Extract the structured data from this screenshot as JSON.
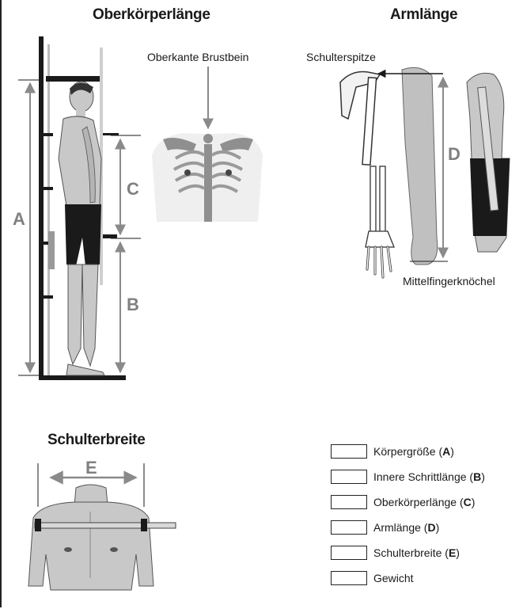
{
  "sections": {
    "torso_title": "Oberkörperlänge",
    "arm_title": "Armlänge",
    "shoulder_title": "Schulterbreite"
  },
  "labels": {
    "sternum": "Oberkante Brustbein",
    "shoulder_tip": "Schulterspitze",
    "knuckle": "Mittelfingerknöchel"
  },
  "letters": {
    "a": "A",
    "b": "B",
    "c": "C",
    "d": "D",
    "e": "E"
  },
  "form": {
    "rows": [
      {
        "label": "Körpergröße (",
        "code": "A",
        "suffix": ")"
      },
      {
        "label": "Innere Schrittlänge (",
        "code": "B",
        "suffix": ")"
      },
      {
        "label": "Oberkörperlänge (",
        "code": "C",
        "suffix": ")"
      },
      {
        "label": "Armlänge (",
        "code": "D",
        "suffix": ")"
      },
      {
        "label": "Schulterbreite (",
        "code": "E",
        "suffix": ")"
      },
      {
        "label": "Gewicht",
        "code": "",
        "suffix": ""
      }
    ]
  },
  "colors": {
    "arrow": "#8a8a8a",
    "body": "#c8c8c8",
    "dark": "#1a1a1a"
  }
}
